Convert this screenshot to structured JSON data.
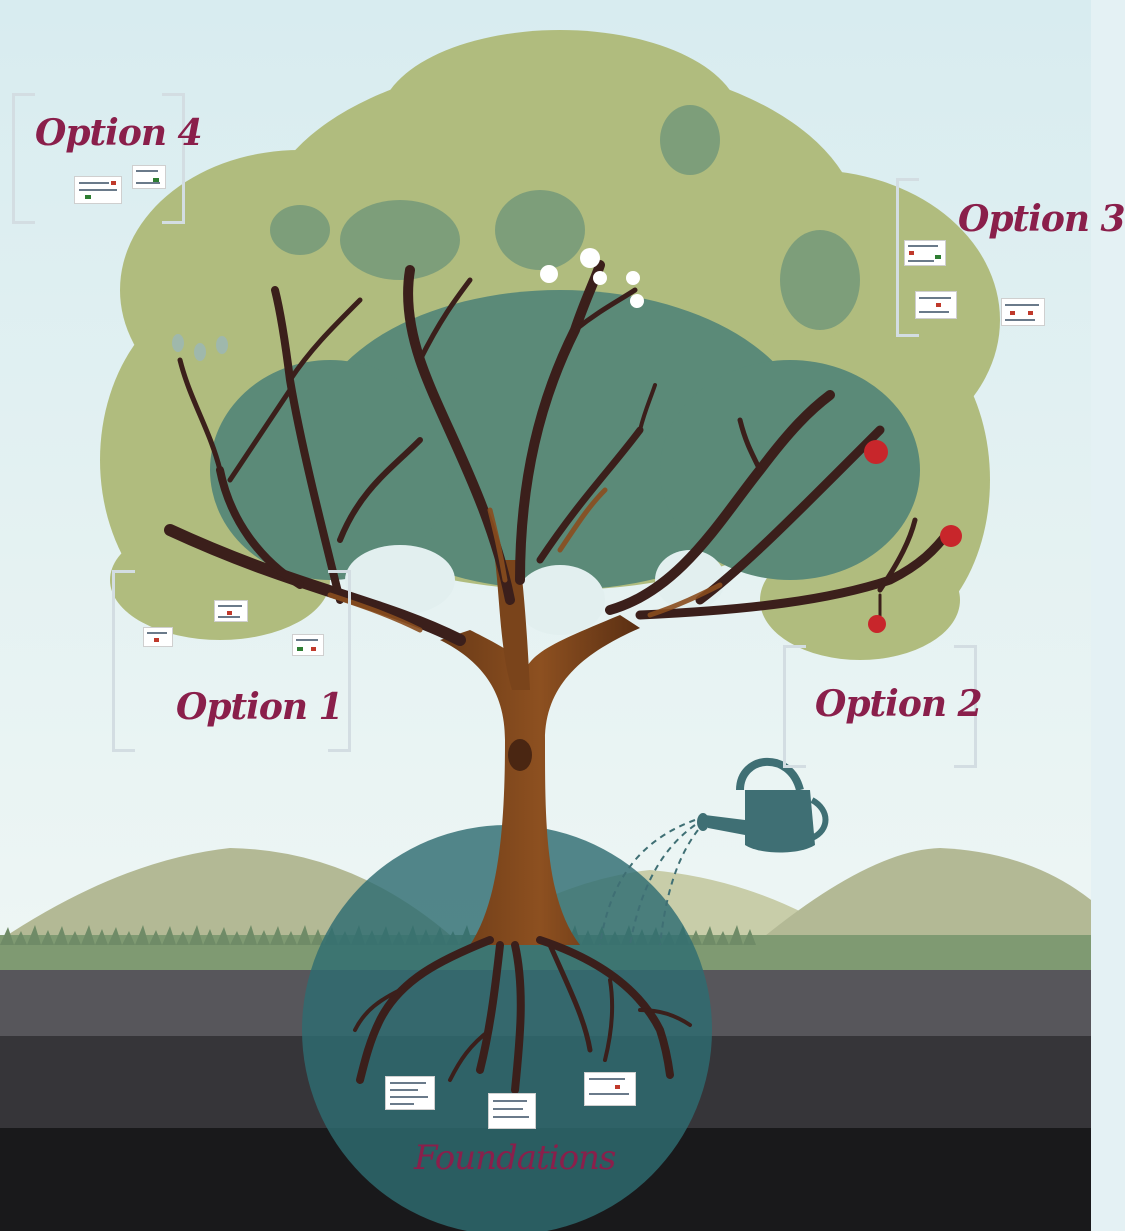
{
  "diagram": {
    "options": [
      {
        "id": "option-1",
        "label": "Option 1"
      },
      {
        "id": "option-2",
        "label": "Option 2"
      },
      {
        "id": "option-3",
        "label": "Option 3"
      },
      {
        "id": "option-4",
        "label": "Option 4"
      }
    ],
    "foundations": {
      "label": "Foundations"
    }
  },
  "colors": {
    "label": "#8a1f4b",
    "sky": "#e4f1f4",
    "foliage_light": "#b0bc7e",
    "foliage_dark": "#5b8a78",
    "trunk": "#8a4c1e",
    "branch": "#3b1f1b",
    "soil_top": "#5a5a5e",
    "soil_bottom": "#18181a",
    "foundation_circle": "#2e6d72",
    "apple": "#c8262b"
  },
  "icons": [
    "tree-icon",
    "watering-can-icon",
    "apple-icon",
    "flower-icon",
    "leaf-icon",
    "slide-thumbnail"
  ]
}
